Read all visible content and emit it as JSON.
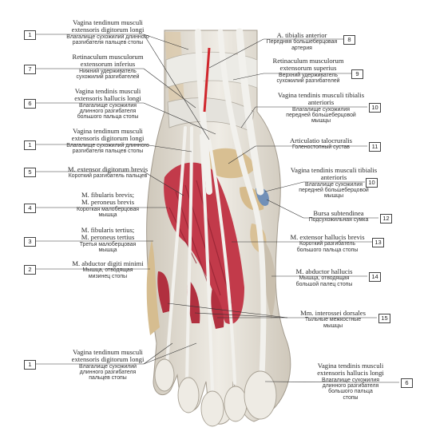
{
  "labels": [
    {
      "id": "L1a",
      "num": "1",
      "latin": "Vagina tendinum musculi\nextensoris digitorum longi",
      "russian": "Влагалище сухожилий длинного\nразгибателя пальцев стопы"
    },
    {
      "id": "L7",
      "num": "7",
      "latin": "Retinaculum musculorum\nextensorum inferius",
      "russian": "Нижний удерживатель\nсухожилий разгибателей"
    },
    {
      "id": "L6",
      "num": "6",
      "latin": "Vagina tendinis musculi\nextensoris hallucis longi",
      "russian": "Влагалище сухожилия\nдлинного разгибателя\nбольшого пальца стопы"
    },
    {
      "id": "L1b",
      "num": "1",
      "latin": "Vagina tendinum musculi\nextensoris digitorum longi",
      "russian": "Влагалище сухожилий длинного\nразгибателя пальцев стопы"
    },
    {
      "id": "L5",
      "num": "5",
      "latin": "M. extensor digitorum brevis",
      "russian": "Короткий разгибатель пальцев"
    },
    {
      "id": "L4",
      "num": "4",
      "latin": "M. fibularis brevis;\nM. peroneus brevis",
      "russian": "Короткая малоберцовая\nмышца"
    },
    {
      "id": "L3",
      "num": "3",
      "latin": "M. fibularis tertius;\nM. peroneus tertius",
      "russian": "Третья малоберцовая\nмышца"
    },
    {
      "id": "L2",
      "num": "2",
      "latin": "M. abductor digiti minimi",
      "russian": "Мышца, отводящая\nмизинец стопы"
    },
    {
      "id": "L1c",
      "num": "1",
      "latin": "Vagina tendinum musculi\nextensoris digitorum longi",
      "russian": "Влагалище сухожилий\nдлинного разгибателя\nпальцев стопы"
    },
    {
      "id": "R8",
      "num": "8",
      "latin": "A. tibialis anterior",
      "russian": "Передняя большеберцовая\nартерия"
    },
    {
      "id": "R9",
      "num": "9",
      "latin": "Retinaculum musculorum\nextensorum superius",
      "russian": "Верхний удерживатель\nсухожилий разгибателей"
    },
    {
      "id": "R10a",
      "num": "10",
      "latin": "Vagina tendinis musculi tibialis\nanterioris",
      "russian": "Влагалище сухожилия\nпередней большеберцовой\nмышцы"
    },
    {
      "id": "R11",
      "num": "11",
      "latin": "Articulatio talocruralis",
      "russian": "Голеностопный сустав"
    },
    {
      "id": "R10b",
      "num": "10",
      "latin": "Vagina tendinis musculi tibialis\nanterioris",
      "russian": "Влагалище сухожилия\nпередней большеберцовой\nмышцы"
    },
    {
      "id": "R12",
      "num": "12",
      "latin": "Bursa subtendinea",
      "russian": "Подсухожильная сумка"
    },
    {
      "id": "R13",
      "num": "13",
      "latin": "M. extensor hallucis brevis",
      "russian": "Короткий разгибатель\nбольшого пальца стопы"
    },
    {
      "id": "R14",
      "num": "14",
      "latin": "M. abductor hallucis",
      "russian": "Мышца, отводящая\nбольшой палец стопы"
    },
    {
      "id": "R15",
      "num": "15",
      "latin": "Mm. interossei dorsales",
      "russian": "Тыльные межкостные\nмышцы"
    },
    {
      "id": "R6",
      "num": "6",
      "latin": "Vagina tendinis musculi\nextensoris hallucis longi",
      "russian": "Влагалище сухожилия\nдлинного разгибателя\nбольшого пальца\nстопы"
    }
  ],
  "colors": {
    "muscle": "#c23a4a",
    "muscle_dark": "#8e1f2f",
    "tendon": "#e9e7e0",
    "bone": "#d9c39a",
    "skin_edge": "#b8b2a6",
    "artery": "#d0262c",
    "bursa": "#6f8fb5",
    "leader": "#333333"
  }
}
